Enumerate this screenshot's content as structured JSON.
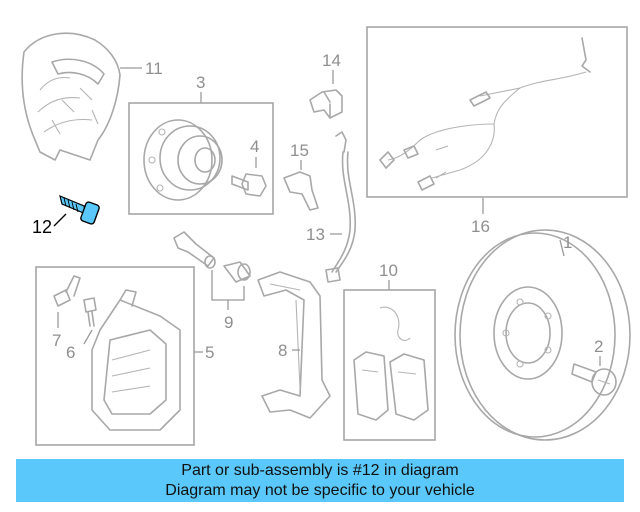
{
  "labels": {
    "p1": "1",
    "p2": "2",
    "p3": "3",
    "p4": "4",
    "p5": "5",
    "p6": "6",
    "p7": "7",
    "p8": "8",
    "p9": "9",
    "p10": "10",
    "p11": "11",
    "p12": "12",
    "p13": "13",
    "p14": "14",
    "p15": "15",
    "p16": "16"
  },
  "highlight": {
    "part": "12",
    "color": "#5ac8fa"
  },
  "banner": {
    "line1": "Part or sub-assembly is #12 in diagram",
    "line2": "Diagram may not be specific to your vehicle",
    "color": "#5ac8fa"
  }
}
